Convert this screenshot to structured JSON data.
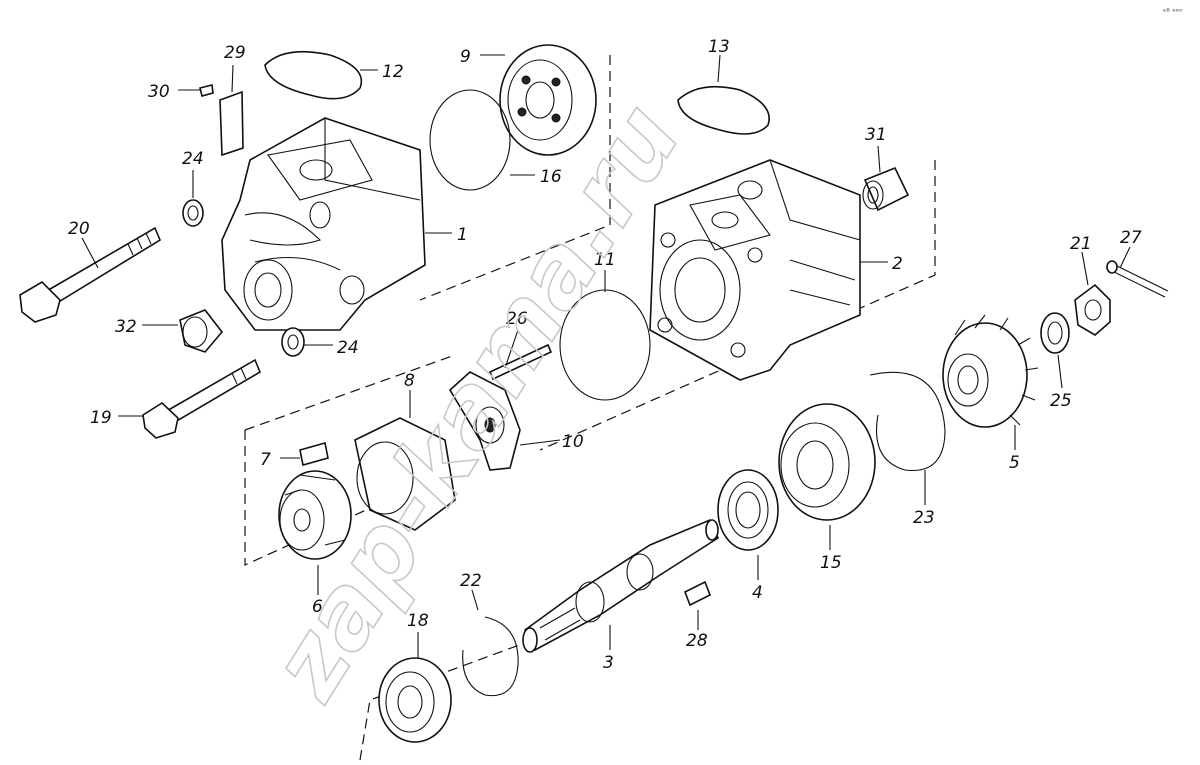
{
  "watermark": "zap-kama.ru",
  "corner_mark": "ᵉᴮ ᵒᵒᵒ",
  "parts": [
    {
      "id": "p1",
      "label": "1",
      "icon": "pump-housing-icon"
    },
    {
      "id": "p2",
      "label": "2",
      "icon": "pump-cover-icon"
    },
    {
      "id": "p3",
      "label": "3",
      "icon": "drive-shaft-icon"
    },
    {
      "id": "p4",
      "label": "4",
      "icon": "seal-ring-icon"
    },
    {
      "id": "p5",
      "label": "5",
      "icon": "gear-icon"
    },
    {
      "id": "p6",
      "label": "6",
      "icon": "rotor-icon"
    },
    {
      "id": "p7",
      "label": "7",
      "icon": "vane-icon"
    },
    {
      "id": "p8",
      "label": "8",
      "icon": "stator-ring-icon"
    },
    {
      "id": "p9",
      "label": "9",
      "icon": "distributor-disc-icon"
    },
    {
      "id": "p10",
      "label": "10",
      "icon": "plate-icon"
    },
    {
      "id": "p11",
      "label": "11",
      "icon": "o-ring-icon"
    },
    {
      "id": "p12",
      "label": "12",
      "icon": "gasket-icon"
    },
    {
      "id": "p13",
      "label": "13",
      "icon": "gasket-icon"
    },
    {
      "id": "p15",
      "label": "15",
      "icon": "ball-bearing-icon"
    },
    {
      "id": "p16",
      "label": "16",
      "icon": "o-ring-icon"
    },
    {
      "id": "p18",
      "label": "18",
      "icon": "ball-bearing-icon"
    },
    {
      "id": "p19",
      "label": "19",
      "icon": "bolt-icon"
    },
    {
      "id": "p20",
      "label": "20",
      "icon": "bolt-icon"
    },
    {
      "id": "p21",
      "label": "21",
      "icon": "castle-nut-icon"
    },
    {
      "id": "p22",
      "label": "22",
      "icon": "snap-ring-icon"
    },
    {
      "id": "p23",
      "label": "23",
      "icon": "snap-ring-icon"
    },
    {
      "id": "p24a",
      "label": "24",
      "icon": "washer-icon"
    },
    {
      "id": "p24b",
      "label": "24",
      "icon": "washer-icon"
    },
    {
      "id": "p25",
      "label": "25",
      "icon": "washer-icon"
    },
    {
      "id": "p26",
      "label": "26",
      "icon": "pin-icon"
    },
    {
      "id": "p27",
      "label": "27",
      "icon": "cotter-pin-icon"
    },
    {
      "id": "p28",
      "label": "28",
      "icon": "key-icon"
    },
    {
      "id": "p29",
      "label": "29",
      "icon": "plate-icon"
    },
    {
      "id": "p30",
      "label": "30",
      "icon": "screw-icon"
    },
    {
      "id": "p31",
      "label": "31",
      "icon": "needle-bearing-icon"
    },
    {
      "id": "p32",
      "label": "32",
      "icon": "bushing-icon"
    }
  ]
}
